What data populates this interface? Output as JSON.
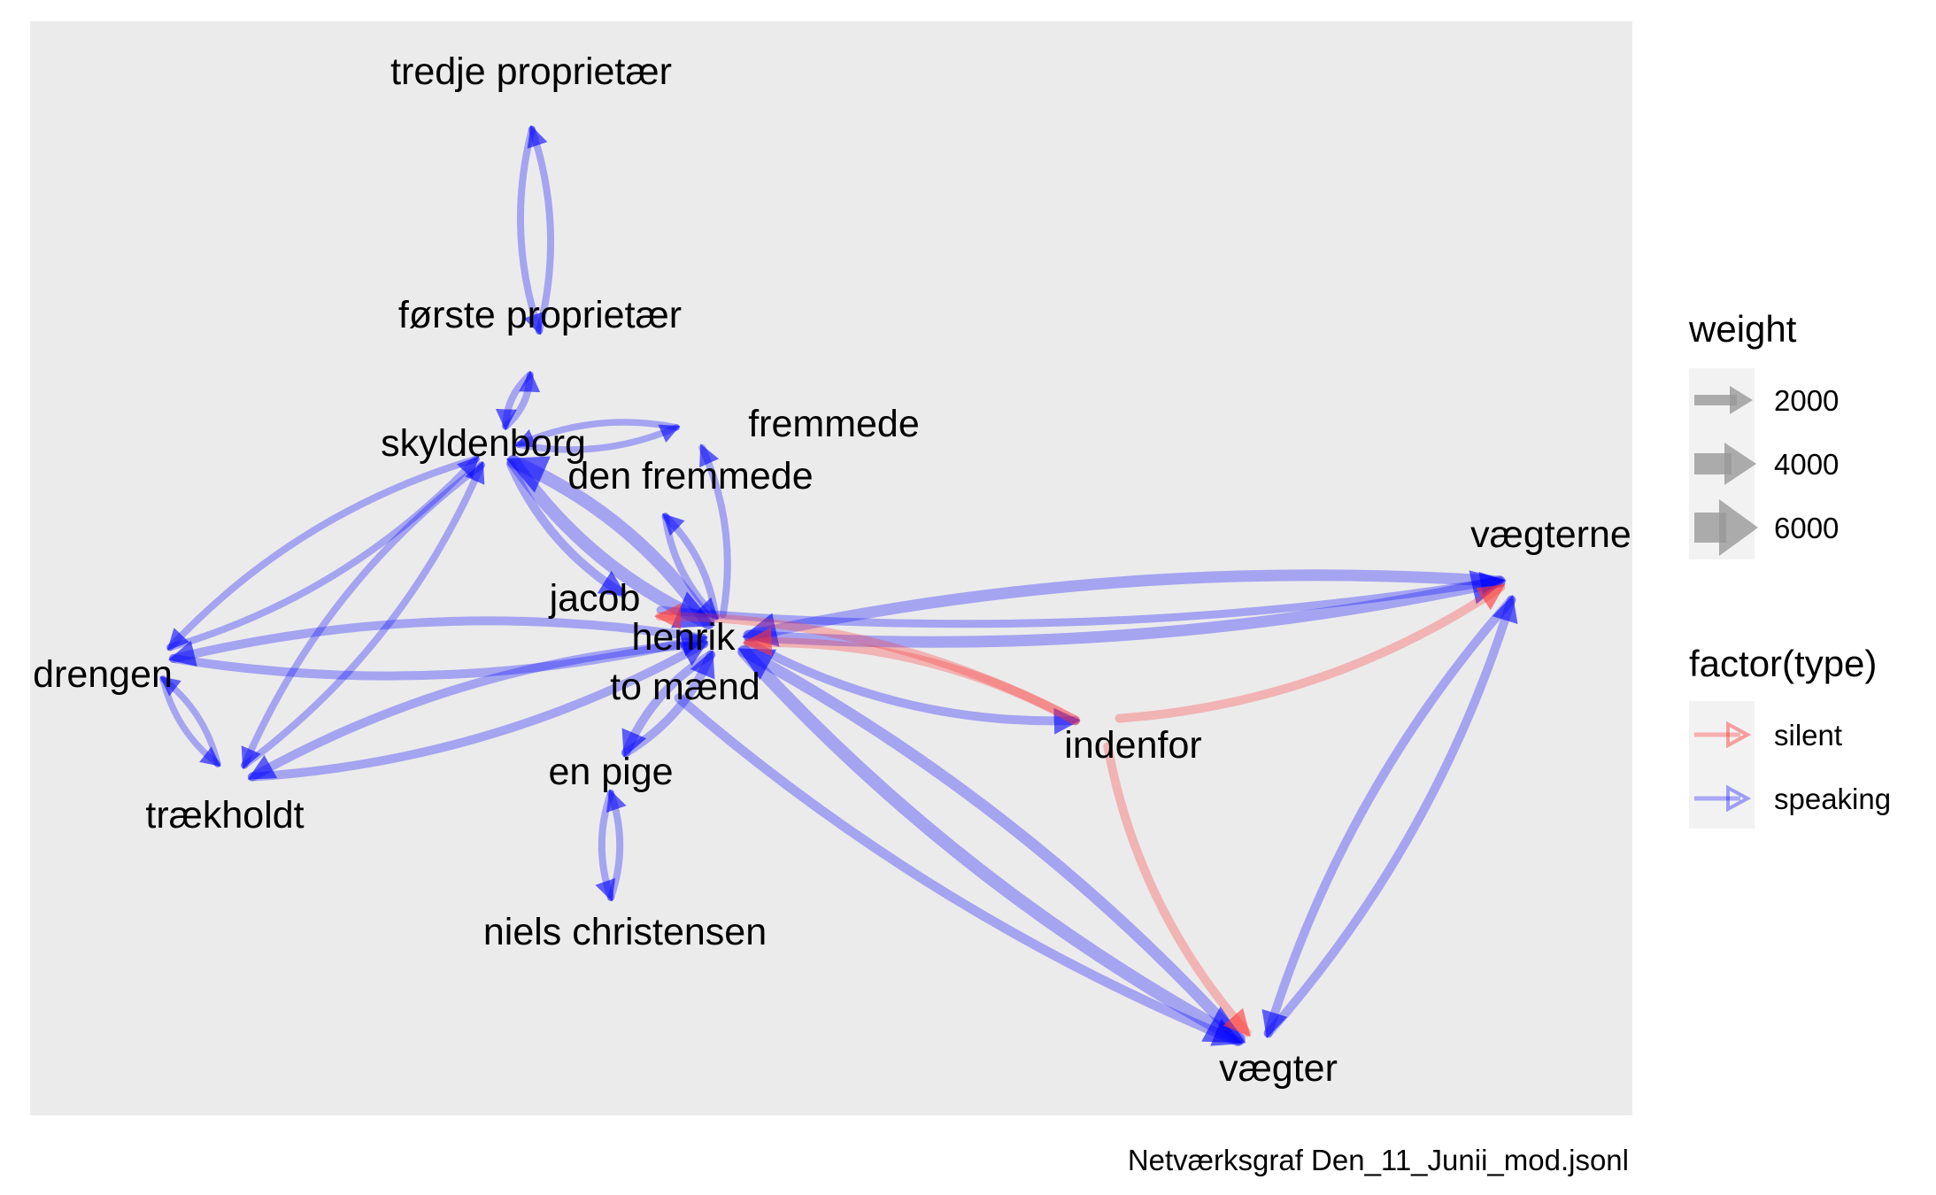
{
  "caption": "Netværksgraf Den_11_Junii_mod.jsonl",
  "colors": {
    "panel": "#ebebeb",
    "speaking": "#0000ff",
    "silent": "#ff3333",
    "legend_key": "#f2f2f2",
    "legend_sample": "#999999"
  },
  "legend": {
    "weight": {
      "title": "weight",
      "items": [
        "2000",
        "4000",
        "6000"
      ]
    },
    "type": {
      "title": "factor(type)",
      "items": [
        "silent",
        "speaking"
      ]
    }
  },
  "chart_data": {
    "type": "network",
    "nodes": [
      {
        "id": "tredje",
        "label": "tredje proprietær"
      },
      {
        "id": "forste",
        "label": "første proprietær"
      },
      {
        "id": "skyldenborg",
        "label": "skyldenborg"
      },
      {
        "id": "fremmede",
        "label": "fremmede"
      },
      {
        "id": "denfremmede",
        "label": "den fremmede"
      },
      {
        "id": "jacob",
        "label": "jacob"
      },
      {
        "id": "henrik",
        "label": "henrik"
      },
      {
        "id": "tomaend",
        "label": "to mænd"
      },
      {
        "id": "drengen",
        "label": "drengen"
      },
      {
        "id": "traekholdt",
        "label": "trækholdt"
      },
      {
        "id": "enpige",
        "label": "en pige"
      },
      {
        "id": "niels",
        "label": "niels christensen"
      },
      {
        "id": "indenfor",
        "label": "indenfor"
      },
      {
        "id": "vaegterne",
        "label": "vægterne"
      },
      {
        "id": "vaegter",
        "label": "vægter"
      }
    ],
    "edges": [
      {
        "from": "tredje",
        "to": "forste",
        "type": "speaking",
        "weight": 1500
      },
      {
        "from": "forste",
        "to": "tredje",
        "type": "speaking",
        "weight": 1500
      },
      {
        "from": "forste",
        "to": "skyldenborg",
        "type": "speaking",
        "weight": 1500
      },
      {
        "from": "skyldenborg",
        "to": "forste",
        "type": "speaking",
        "weight": 1500
      },
      {
        "from": "fremmede",
        "to": "skyldenborg",
        "type": "speaking",
        "weight": 1200
      },
      {
        "from": "skyldenborg",
        "to": "fremmede",
        "type": "speaking",
        "weight": 1200
      },
      {
        "from": "skyldenborg",
        "to": "henrik",
        "type": "speaking",
        "weight": 5000
      },
      {
        "from": "henrik",
        "to": "skyldenborg",
        "type": "speaking",
        "weight": 5000
      },
      {
        "from": "skyldenborg",
        "to": "jacob",
        "type": "speaking",
        "weight": 2500
      },
      {
        "from": "skyldenborg",
        "to": "drengen",
        "type": "speaking",
        "weight": 1500
      },
      {
        "from": "drengen",
        "to": "skyldenborg",
        "type": "speaking",
        "weight": 1500
      },
      {
        "from": "skyldenborg",
        "to": "traekholdt",
        "type": "speaking",
        "weight": 1500
      },
      {
        "from": "traekholdt",
        "to": "skyldenborg",
        "type": "speaking",
        "weight": 1500
      },
      {
        "from": "henrik",
        "to": "drengen",
        "type": "speaking",
        "weight": 2500
      },
      {
        "from": "drengen",
        "to": "henrik",
        "type": "speaking",
        "weight": 2500
      },
      {
        "from": "drengen",
        "to": "traekholdt",
        "type": "speaking",
        "weight": 1200
      },
      {
        "from": "traekholdt",
        "to": "drengen",
        "type": "speaking",
        "weight": 1200
      },
      {
        "from": "henrik",
        "to": "traekholdt",
        "type": "speaking",
        "weight": 2500
      },
      {
        "from": "traekholdt",
        "to": "henrik",
        "type": "speaking",
        "weight": 2500
      },
      {
        "from": "henrik",
        "to": "denfremmede",
        "type": "speaking",
        "weight": 1500
      },
      {
        "from": "denfremmede",
        "to": "henrik",
        "type": "speaking",
        "weight": 1500
      },
      {
        "from": "henrik",
        "to": "fremmede",
        "type": "speaking",
        "weight": 1500
      },
      {
        "from": "henrik",
        "to": "vaegterne",
        "type": "speaking",
        "weight": 4000
      },
      {
        "from": "vaegterne",
        "to": "henrik",
        "type": "speaking",
        "weight": 4000
      },
      {
        "from": "jacob",
        "to": "vaegterne",
        "type": "speaking",
        "weight": 2000
      },
      {
        "from": "henrik",
        "to": "vaegter",
        "type": "speaking",
        "weight": 5000
      },
      {
        "from": "vaegter",
        "to": "henrik",
        "type": "speaking",
        "weight": 4000
      },
      {
        "from": "tomaend",
        "to": "vaegter",
        "type": "speaking",
        "weight": 3000
      },
      {
        "from": "henrik",
        "to": "indenfor",
        "type": "speaking",
        "weight": 2500
      },
      {
        "from": "henrik",
        "to": "enpige",
        "type": "speaking",
        "weight": 2500
      },
      {
        "from": "enpige",
        "to": "henrik",
        "type": "speaking",
        "weight": 2500
      },
      {
        "from": "enpige",
        "to": "niels",
        "type": "speaking",
        "weight": 1500
      },
      {
        "from": "niels",
        "to": "enpige",
        "type": "speaking",
        "weight": 1500
      },
      {
        "from": "vaegterne",
        "to": "vaegter",
        "type": "speaking",
        "weight": 2500
      },
      {
        "from": "vaegter",
        "to": "vaegterne",
        "type": "speaking",
        "weight": 2500
      },
      {
        "from": "indenfor",
        "to": "henrik",
        "type": "silent",
        "weight": 3000
      },
      {
        "from": "indenfor",
        "to": "jacob",
        "type": "silent",
        "weight": 2500
      },
      {
        "from": "indenfor",
        "to": "vaegterne",
        "type": "silent",
        "weight": 2500
      },
      {
        "from": "indenfor",
        "to": "vaegter",
        "type": "silent",
        "weight": 2500
      }
    ]
  }
}
